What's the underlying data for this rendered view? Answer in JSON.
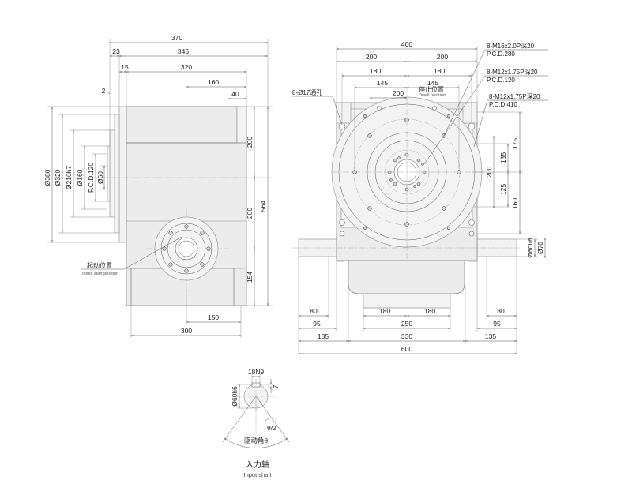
{
  "side_view": {
    "dims": {
      "d370": "370",
      "d23": "23",
      "d345": "345",
      "d15": "15",
      "d320": "320",
      "d160": "160",
      "d40": "40",
      "d2": "2",
      "d200": "200",
      "d564": "564",
      "d154": "154",
      "d150": "150",
      "d300": "300"
    },
    "vertical_dims": {
      "d380": "Ø380",
      "d320": "Ø320",
      "d210": "Ø210h7",
      "d160": "Ø160",
      "pcd": "P.C.D.120",
      "d60": "Ø60"
    },
    "index_start_cn": "起动位置",
    "index_start_en": "Index start position"
  },
  "front_view": {
    "dims": {
      "d400": "400",
      "d200a": "200",
      "d200b": "200",
      "d180a": "180",
      "d180b": "180",
      "d145a": "145",
      "d145b": "145",
      "d200c": "200",
      "d175": "175",
      "d135": "135",
      "d200v": "200",
      "d125": "125",
      "d160": "160",
      "d80a": "80",
      "d95a": "95",
      "d135a": "135",
      "d180c": "180",
      "d250": "250",
      "d180d": "180",
      "d330": "330",
      "d80b": "80",
      "d95b": "95",
      "d135b": "135",
      "d600": "600"
    },
    "shaft_dims": {
      "d60h6": "Ø60h6",
      "d70": "Ø70"
    },
    "notes": {
      "m16": "8-M16x2.0P深20",
      "pcd280": "P.C.D.280",
      "m12a": "8-M12x1.75P深20",
      "pcd120": "P.C.D.120",
      "m12b": "8-M12x1.75P深20",
      "pcd410": "P.C.D.410",
      "holes": "8-Ø17通孔"
    },
    "dwell_cn": "停止位置",
    "dwell_en": "Dwell position"
  },
  "input_shaft": {
    "key": "18N9",
    "dia": "Ø60h6",
    "depth": "7",
    "half_angle": "θ/2",
    "drive_angle": "驱动角θ",
    "title_cn": "入力轴",
    "title_en": "Input shaft"
  }
}
